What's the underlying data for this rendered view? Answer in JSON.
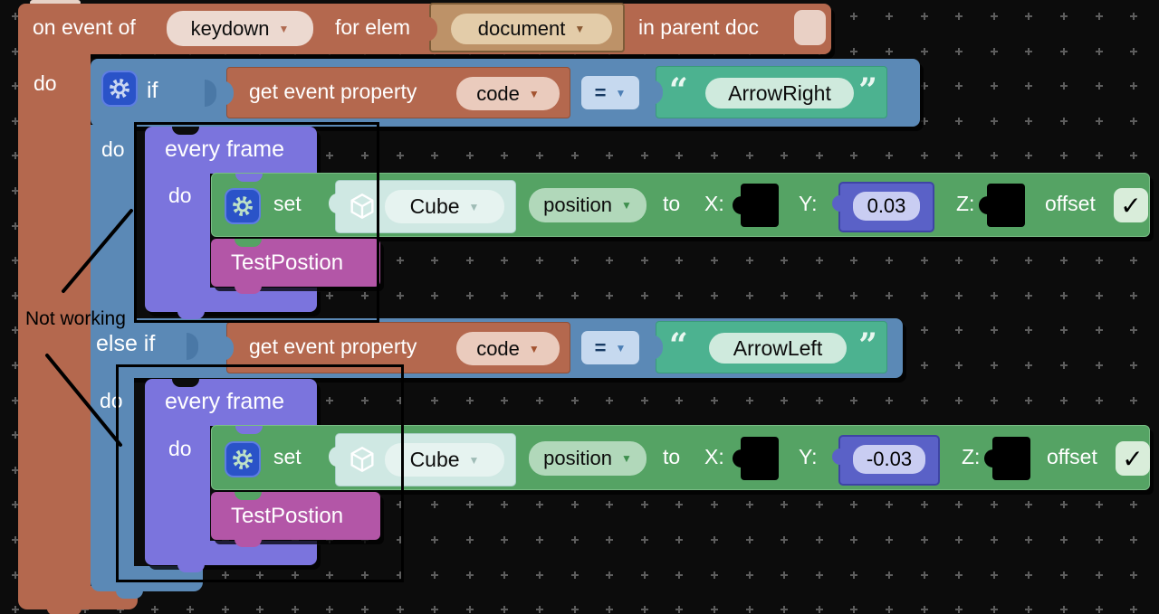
{
  "annotation": {
    "note": "Not working"
  },
  "event_block": {
    "label_on": "on event of",
    "event_type": "keydown",
    "label_for_elem": "for elem",
    "element": "document",
    "label_in_parent": "in parent doc",
    "do_label": "do"
  },
  "if_block": {
    "if_label": "if",
    "do_label_1": "do",
    "else_if_label": "else if",
    "do_label_2": "do",
    "cond1": {
      "get_label": "get event property",
      "property": "code",
      "operator": "=",
      "value": "ArrowRight"
    },
    "cond2": {
      "get_label": "get event property",
      "property": "code",
      "operator": "=",
      "value": "ArrowLeft"
    }
  },
  "branch1": {
    "every_frame_label": "every frame",
    "do_label": "do",
    "set": {
      "set_label": "set",
      "object": "Cube",
      "property": "position",
      "to_label": "to",
      "x_label": "X:",
      "y_label": "Y:",
      "y_value": "0.03",
      "z_label": "Z:",
      "offset_label": "offset",
      "offset_checked": "✓"
    },
    "call": "TestPostion"
  },
  "branch2": {
    "every_frame_label": "every frame",
    "do_label": "do",
    "set": {
      "set_label": "set",
      "object": "Cube",
      "property": "position",
      "to_label": "to",
      "x_label": "X:",
      "y_label": "Y:",
      "y_value": "-0.03",
      "z_label": "Z:",
      "offset_label": "offset",
      "offset_checked": "✓"
    },
    "call": "TestPostion"
  },
  "colors": {
    "workspace_bg": "#0c0c0c",
    "grid_dot": "#5d5d5d",
    "event_block": "#b4684e",
    "logic_block": "#5b89b6",
    "loop_block": "#7b74dd",
    "action_block": "#55a364",
    "procedure_block": "#b356a7",
    "string_block": "#4cb290",
    "number_block": "#5a61c7",
    "gear_button": "#2a53c8",
    "annotation": "#000000"
  }
}
